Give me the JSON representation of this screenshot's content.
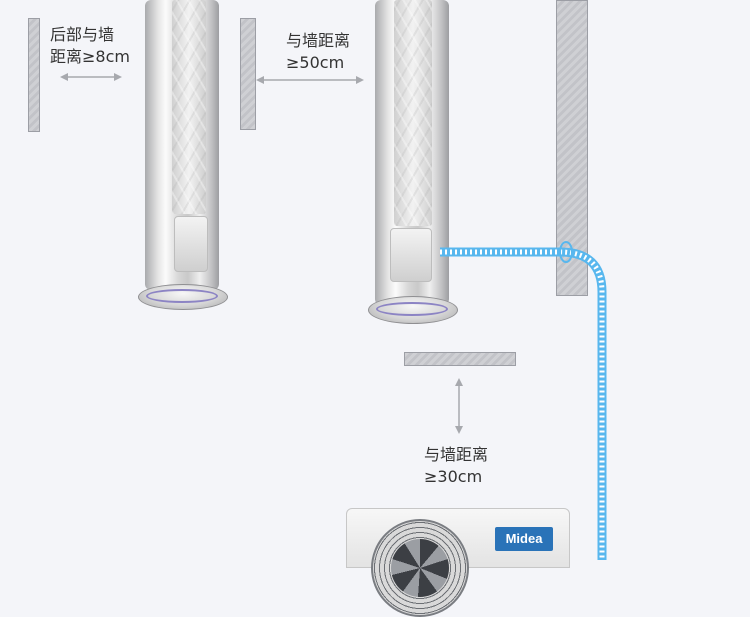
{
  "clearances": {
    "rear": {
      "line1": "后部与墙",
      "line2": "距离≥8cm"
    },
    "side": {
      "line1": "与墙距离",
      "line2": "≥50cm"
    },
    "front": {
      "line1": "与墙距离",
      "line2": "≥30cm"
    }
  },
  "outdoor_unit": {
    "brand": "Midea"
  },
  "colors": {
    "background": "#f4f5f9",
    "pipe": "#58b7ee",
    "arrow": "#a7a9ae",
    "brand": "#2a73b8"
  },
  "icons": [
    "double-arrow-icon",
    "midea-logo-icon",
    "fan-icon"
  ]
}
